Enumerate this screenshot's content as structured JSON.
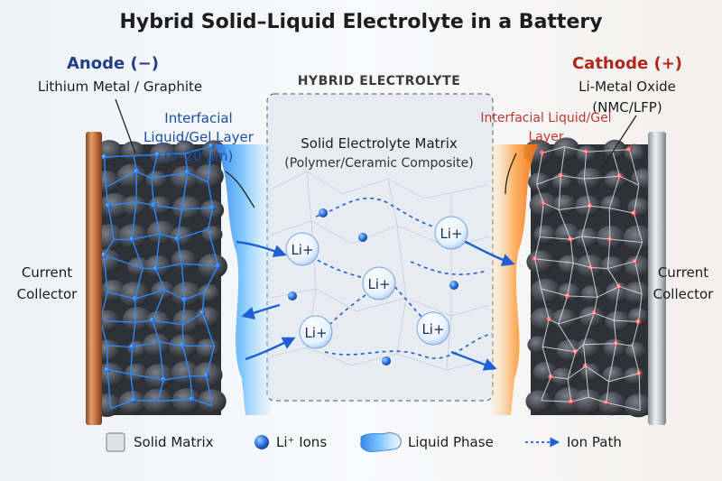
{
  "title": "Hybrid Solid–Liquid Electrolyte in a Battery",
  "anode": {
    "heading": "Anode (−)",
    "material": "Lithium Metal / Graphite"
  },
  "cathode": {
    "heading": "Cathode (+)",
    "material_1": "Li-Metal Oxide",
    "material_2": "(NMC/LFP)"
  },
  "interfacial_left": "Interfacial Liquid/Gel Layer (5–20 μm)",
  "interfacial_right": "Interfacial Liquid/Gel Layer",
  "hybrid_label": "HYBRID ELECTROLYTE",
  "matrix_label_1": "Solid Electrolyte Matrix",
  "matrix_label_2": "(Polymer/Ceramic Composite)",
  "current_collector_left": "Current Collector",
  "current_collector_right": "Current Collector",
  "ion_label": "Li+",
  "legend": {
    "solid_matrix": "Solid Matrix",
    "li_ions": "Li⁺ Ions",
    "liquid_phase": "Liquid Phase",
    "ion_path": "Ion Path"
  },
  "colors": {
    "anode_accent": "#1f3f86",
    "cathode_accent": "#b3261e",
    "liquid_blue": "#4aa3ff",
    "liquid_orange": "#ff8a1f",
    "ion_blue": "#1f5fd6",
    "copper": "#c87a4a",
    "silver": "#b9bcc2"
  },
  "icons": [
    "li-ion-bubble-icon",
    "ion-dot-icon",
    "ion-path-arrow-icon",
    "solid-matrix-square-icon",
    "liquid-phase-blob-icon"
  ]
}
